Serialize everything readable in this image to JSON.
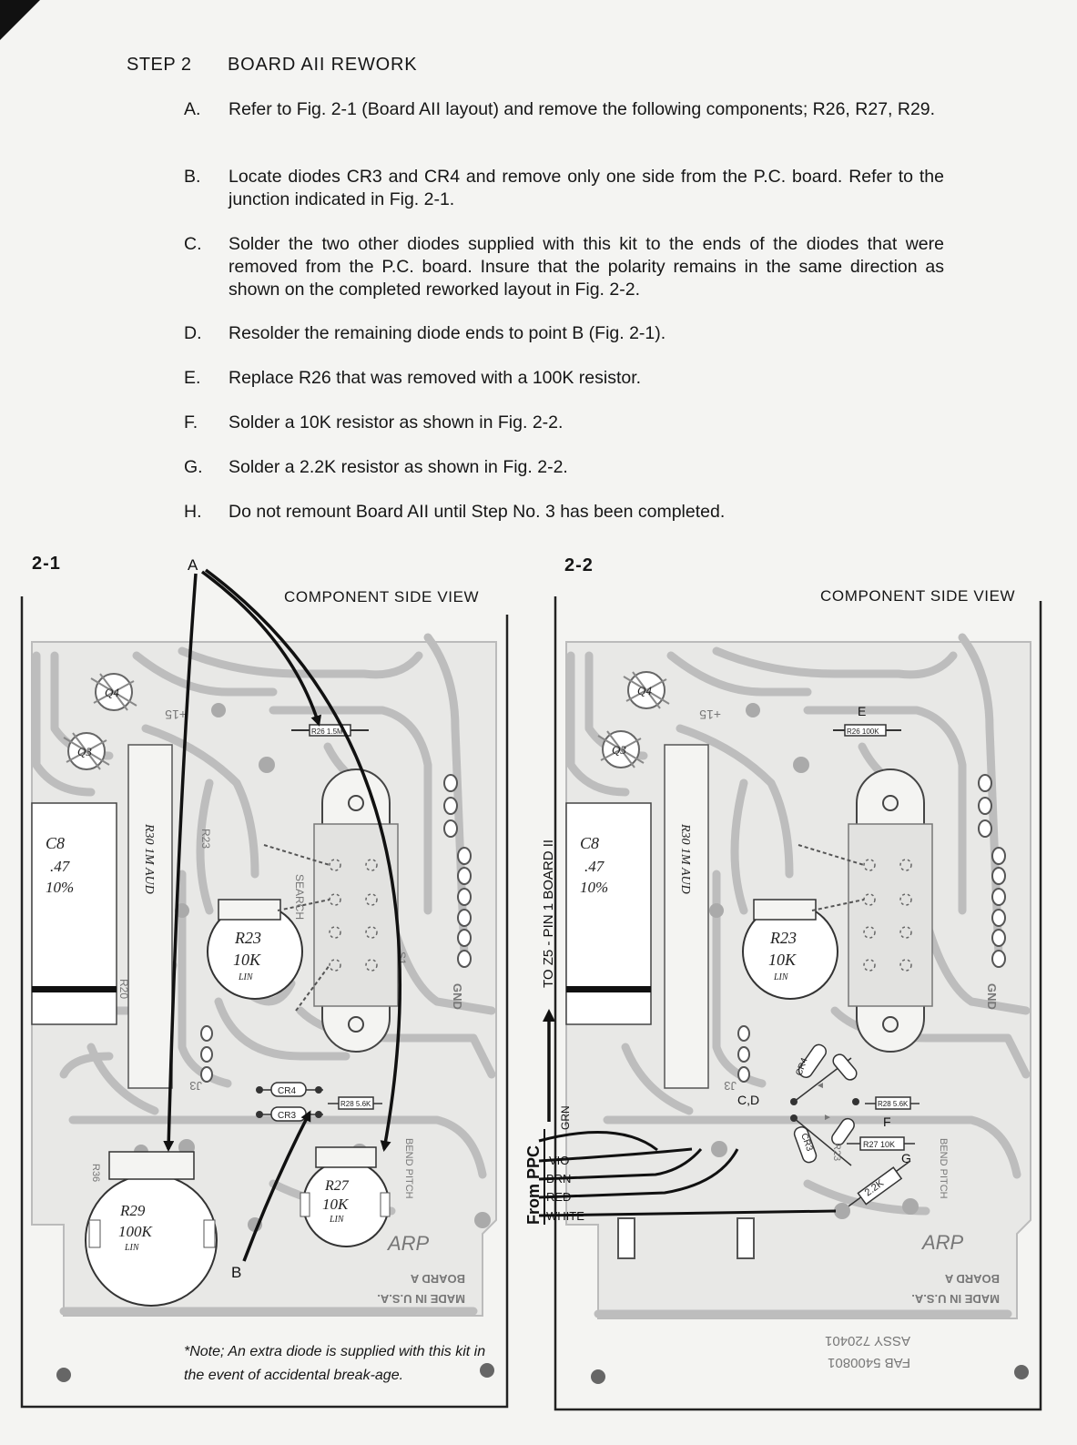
{
  "step": {
    "number": "STEP 2",
    "title": "BOARD AII REWORK"
  },
  "instructions": [
    {
      "letter": "A.",
      "text": "Refer to Fig. 2-1 (Board AII layout) and remove the following components; R26, R27, R29."
    },
    {
      "letter": "B.",
      "text": "Locate diodes CR3 and CR4 and remove only one side from the P.C. board. Refer to the junction indicated in Fig. 2-1."
    },
    {
      "letter": "C.",
      "text": "Solder the two other diodes supplied with this kit to the ends of the diodes that were removed from the P.C. board.  Insure that the polarity remains in the same direction as shown on the completed reworked layout in Fig. 2-2."
    },
    {
      "letter": "D.",
      "text": "Resolder the remaining diode ends to point B (Fig. 2-1)."
    },
    {
      "letter": "E.",
      "text": "Replace R26 that was removed with a 100K resistor."
    },
    {
      "letter": "F.",
      "text": "Solder a 10K resistor as shown in Fig. 2-2."
    },
    {
      "letter": "G.",
      "text": "Solder a 2.2K resistor as shown in Fig. 2-2."
    },
    {
      "letter": "H.",
      "text": "Do not remount Board AII until Step No. 3 has been completed."
    }
  ],
  "fig1": {
    "label": "2-1",
    "view": "COMPONENT SIDE VIEW",
    "pointer_a": "A",
    "pointer_b": "B",
    "components": {
      "q4": "Q4",
      "q3": "Q3",
      "r26": "R26 1.5M",
      "c8": "C8",
      "c8_val": ".47",
      "c8_tol": "10%",
      "r30": "R30  1M  AUD",
      "r23": "R23",
      "r23_val": "10K",
      "r23_lin": "LIN",
      "cr4": "CR4",
      "cr3": "CR3",
      "r28": "R28 5.6K",
      "r27": "R27",
      "r27_val": "10K",
      "r27_lin": "LIN",
      "r29": "R29",
      "r29_val": "100K",
      "r29_lin": "LIN"
    },
    "note": "*Note; An extra diode is supplied with this kit in the event of accidental break-age."
  },
  "fig2": {
    "label": "2-2",
    "view": "COMPONENT SIDE VIEW",
    "side_label": "TO Z5 - PIN 1 BOARD II",
    "from_label": "From PPC",
    "wires": [
      "GRN",
      "VIO",
      "BRN",
      "RED",
      "WHITE"
    ],
    "markers": {
      "e": "E",
      "f": "F",
      "g": "G",
      "cd": "C,D"
    },
    "components": {
      "q4": "Q4",
      "q3": "Q3",
      "r26": "R26 100K",
      "c8": "C8",
      "c8_val": ".47",
      "c8_tol": "10%",
      "r30": "R30  1M  AUD",
      "r23": "R23",
      "r23_val": "10K",
      "r23_lin": "LIN",
      "cr4": "CR4",
      "cr3": "CR3",
      "r28": "R28 5.6K",
      "r27": "R27 10K",
      "r22": "2.2K"
    },
    "assy": "ASSY 720401",
    "fab": "FAB 5400801"
  }
}
